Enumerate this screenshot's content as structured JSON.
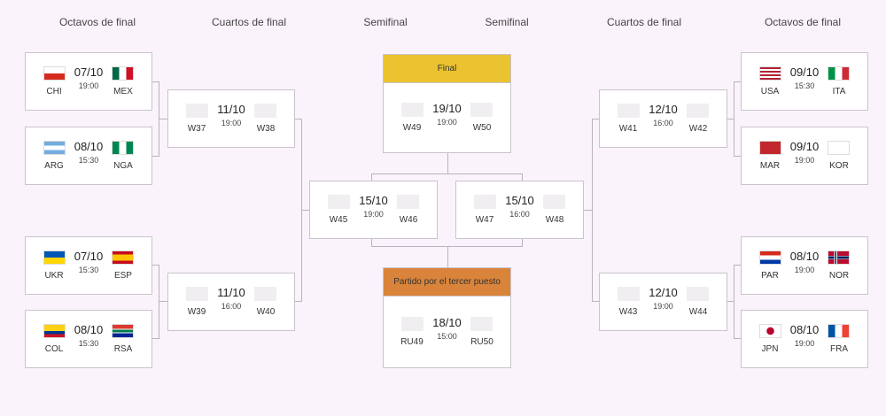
{
  "rounds": [
    "Octavos de final",
    "Cuartos de final",
    "Semifinal",
    "Semifinal",
    "Cuartos de final",
    "Octavos de final"
  ],
  "colors": {
    "final": "#ebc22f",
    "third": "#d9843a"
  },
  "matches": {
    "r16_1": {
      "home": "CHI",
      "away": "MEX",
      "date": "07/10",
      "time": "19:00"
    },
    "r16_2": {
      "home": "ARG",
      "away": "NGA",
      "date": "08/10",
      "time": "15:30"
    },
    "r16_3": {
      "home": "UKR",
      "away": "ESP",
      "date": "07/10",
      "time": "15:30"
    },
    "r16_4": {
      "home": "COL",
      "away": "RSA",
      "date": "08/10",
      "time": "15:30"
    },
    "r16_5": {
      "home": "USA",
      "away": "ITA",
      "date": "09/10",
      "time": "15:30"
    },
    "r16_6": {
      "home": "MAR",
      "away": "KOR",
      "date": "09/10",
      "time": "19:00"
    },
    "r16_7": {
      "home": "PAR",
      "away": "NOR",
      "date": "08/10",
      "time": "19:00"
    },
    "r16_8": {
      "home": "JPN",
      "away": "FRA",
      "date": "08/10",
      "time": "19:00"
    },
    "qf_1": {
      "home": "W37",
      "away": "W38",
      "date": "11/10",
      "time": "19:00"
    },
    "qf_2": {
      "home": "W39",
      "away": "W40",
      "date": "11/10",
      "time": "16:00"
    },
    "qf_3": {
      "home": "W41",
      "away": "W42",
      "date": "12/10",
      "time": "16:00"
    },
    "qf_4": {
      "home": "W43",
      "away": "W44",
      "date": "12/10",
      "time": "19:00"
    },
    "sf_1": {
      "home": "W45",
      "away": "W46",
      "date": "15/10",
      "time": "19:00"
    },
    "sf_2": {
      "home": "W47",
      "away": "W48",
      "date": "15/10",
      "time": "16:00"
    },
    "final": {
      "title": "Final",
      "home": "W49",
      "away": "W50",
      "date": "19/10",
      "time": "19:00"
    },
    "third": {
      "title": "Partido por el tercer puesto",
      "home": "RU49",
      "away": "RU50",
      "date": "18/10",
      "time": "15:00"
    }
  }
}
